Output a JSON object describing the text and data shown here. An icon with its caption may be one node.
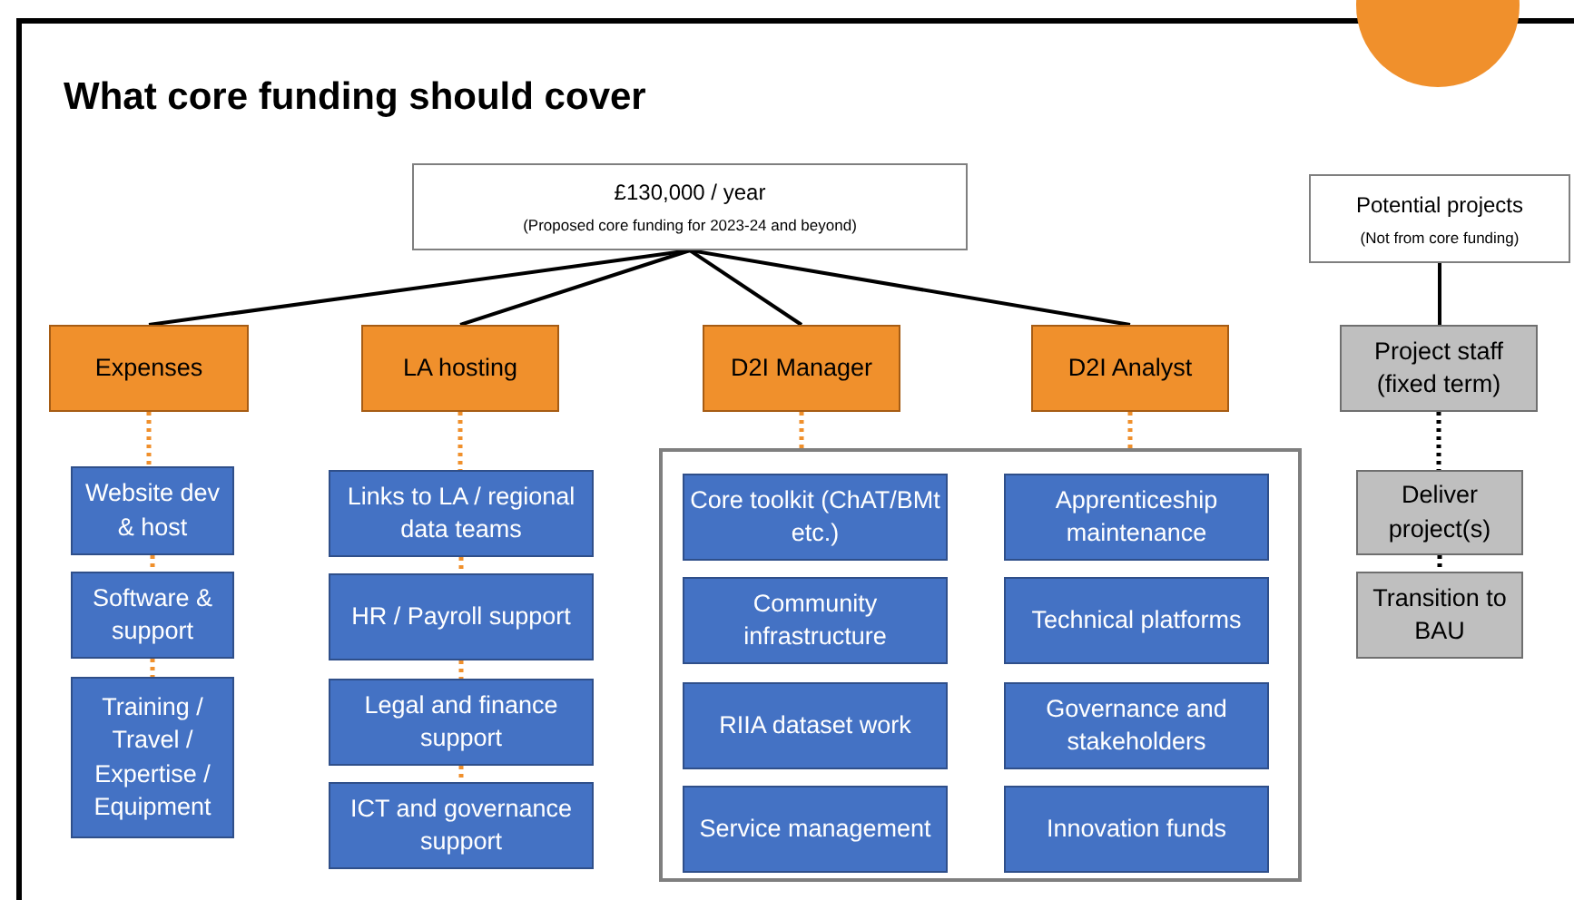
{
  "diagram": {
    "title": "What core funding should cover",
    "nodes": [
      {
        "text": [
          "£130,000 / year",
          "(Proposed core funding for 2023-24 and beyond)"
        ]
      },
      {
        "text": [
          "Expenses"
        ]
      },
      {
        "text": [
          "LA hosting"
        ]
      },
      {
        "text": [
          "D2I Manager"
        ]
      },
      {
        "text": [
          "D2I Analyst"
        ]
      },
      {
        "text": [
          "Potential projects",
          "(Not from core funding)"
        ]
      },
      {
        "text": [
          "Project staff (fixed term)"
        ]
      },
      {
        "text": [
          "Deliver project(s)"
        ]
      },
      {
        "text": [
          "Transition to BAU"
        ]
      },
      {
        "text": [
          "Website dev & host"
        ]
      },
      {
        "text": [
          "Software & support"
        ]
      },
      {
        "text": [
          "Training / Travel / Expertise / Equipment"
        ]
      },
      {
        "text": [
          "Links to LA / regional data teams"
        ]
      },
      {
        "text": [
          "HR / Payroll support"
        ]
      },
      {
        "text": [
          "Legal and finance support"
        ]
      },
      {
        "text": [
          "ICT and governance support"
        ]
      },
      {
        "text": [],
        "shape": "box"
      },
      {
        "text": [
          "Core toolkit (ChAT/BMt etc.)"
        ],
        "in": 16
      },
      {
        "text": [
          "Apprenticeship maintenance"
        ],
        "in": 16
      },
      {
        "text": [
          "Community infrastructure"
        ],
        "in": 16
      },
      {
        "text": [
          "Technical platforms"
        ],
        "in": 16
      },
      {
        "text": [
          "RIIA dataset work"
        ],
        "in": 16
      },
      {
        "text": [
          "Governance and stakeholders"
        ],
        "in": 16
      },
      {
        "text": [
          "Service management"
        ],
        "in": 16
      },
      {
        "text": [
          "Innovation funds"
        ],
        "in": 16
      }
    ],
    "edges": [
      {
        "from": 0,
        "to": 1,
        "arrow": "none",
        "color": "#000000"
      },
      {
        "from": 0,
        "to": 2,
        "arrow": "none",
        "color": "#000000"
      },
      {
        "from": 0,
        "to": 3,
        "arrow": "none",
        "color": "#000000"
      },
      {
        "from": 0,
        "to": 4,
        "arrow": "none",
        "color": "#000000"
      },
      {
        "from": 5,
        "to": 6,
        "arrow": "none",
        "color": "#000000"
      },
      {
        "from": 6,
        "to": 7,
        "arrow": "none",
        "style": "dashed",
        "color": "#000000"
      },
      {
        "from": 7,
        "to": 8,
        "arrow": "none",
        "style": "dashed",
        "color": "#000000"
      },
      {
        "from": 1,
        "to": 9,
        "arrow": "none",
        "style": "dashed"
      },
      {
        "from": 9,
        "to": 10,
        "arrow": "none",
        "style": "dashed"
      },
      {
        "from": 10,
        "to": 11,
        "arrow": "none",
        "style": "dashed"
      },
      {
        "from": 2,
        "to": 12,
        "arrow": "none",
        "style": "dashed"
      },
      {
        "from": 12,
        "to": 13,
        "arrow": "none",
        "style": "dashed"
      },
      {
        "from": 13,
        "to": 14,
        "arrow": "none",
        "style": "dashed"
      },
      {
        "from": 14,
        "to": 15,
        "arrow": "none",
        "style": "dashed"
      },
      {
        "from": 3,
        "to": 16,
        "arrow": "none",
        "style": "dashed"
      },
      {
        "from": 4,
        "to": 16,
        "arrow": "none",
        "style": "dashed"
      }
    ]
  }
}
